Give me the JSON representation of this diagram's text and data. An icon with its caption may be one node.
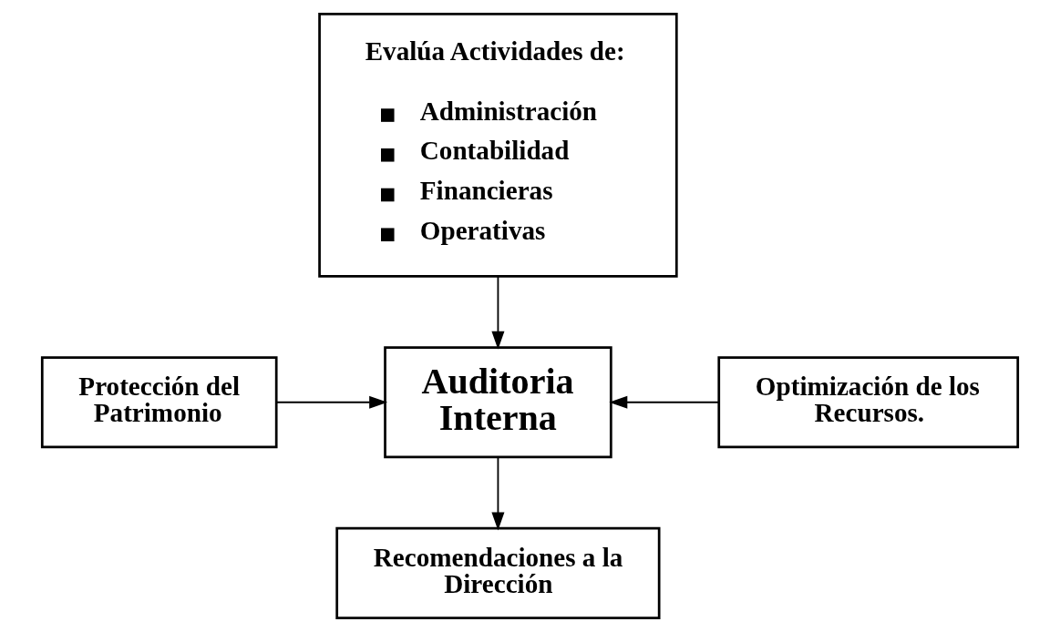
{
  "diagram": {
    "nodes": [
      {
        "text": [
          "Evalúa Actividades de:",
          "Administración",
          "Contabilidad",
          "Financieras",
          "Operativas"
        ]
      },
      {
        "text": [
          "Protección del Patrimonio"
        ]
      },
      {
        "text": [
          "Auditoria Interna"
        ]
      },
      {
        "text": [
          "Optimización de los Recursos."
        ]
      },
      {
        "text": [
          "Recomendaciones a la Dirección"
        ]
      }
    ],
    "edges": [
      {
        "from": 0,
        "to": 2,
        "arrow": "to"
      },
      {
        "from": 1,
        "to": 2,
        "arrow": "to"
      },
      {
        "from": 3,
        "to": 2,
        "arrow": "to"
      },
      {
        "from": 2,
        "to": 4,
        "arrow": "to"
      }
    ]
  }
}
